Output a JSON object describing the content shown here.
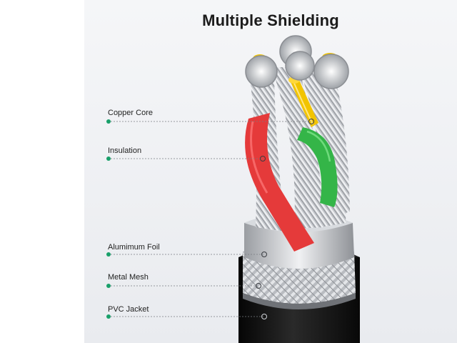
{
  "title": "Multiple Shielding",
  "labels": {
    "copper_core": "Copper Core",
    "insulation": "Insulation",
    "aluminum_foil": "Alumimum Foil",
    "metal_mesh": "Metal Mesh",
    "pvc_jacket": "PVC Jacket"
  },
  "colors": {
    "accent_green": "#19a06a",
    "insulation_red": "#e53a3a",
    "insulation_green": "#34b548",
    "copper_gold": "#f2c400",
    "jacket_black": "#151515",
    "foil_silver": "#c9ccd1"
  }
}
